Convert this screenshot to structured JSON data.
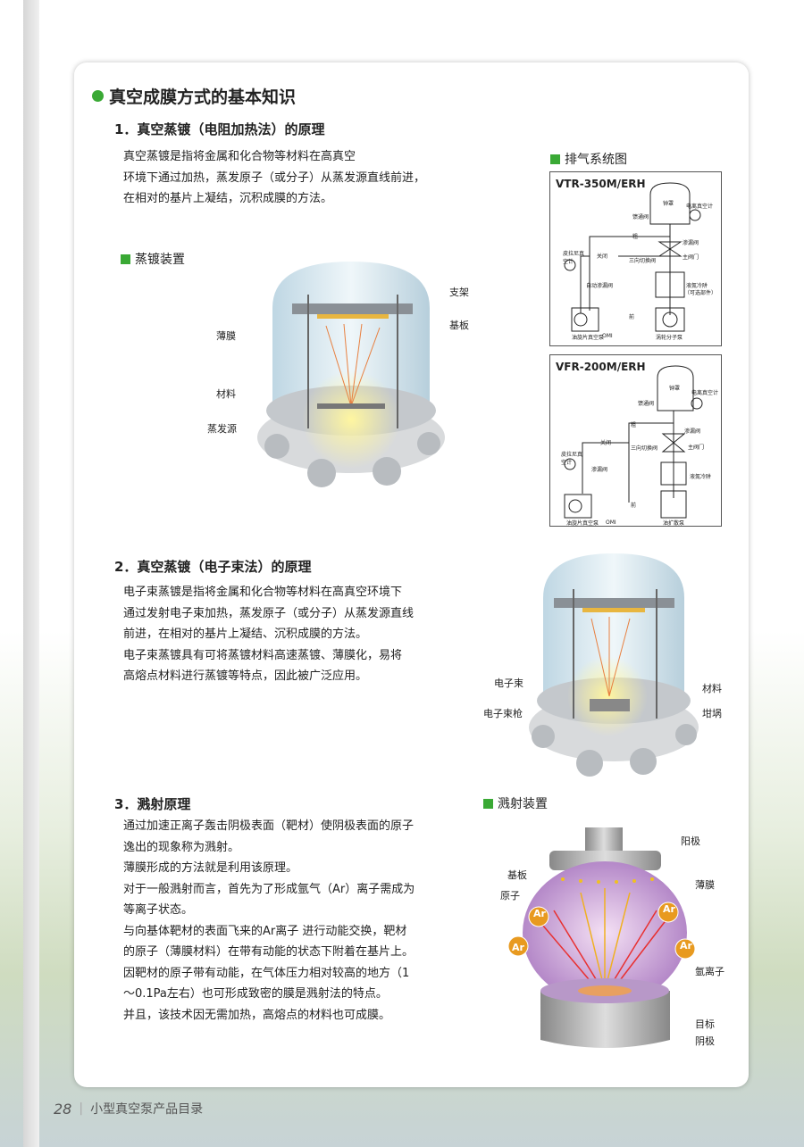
{
  "title": "真空成膜方式的基本知识",
  "s1": {
    "heading": "1．真空蒸镀（电阻加热法）的原理",
    "lines": [
      "真空蒸镀是指将金属和化合物等材料在高真空",
      "环境下通过加热，蒸发原子（或分子）从蒸发源直线前进，",
      "在相对的基片上凝结，沉积成膜的方法。"
    ],
    "device_title": "蒸镀装置",
    "labels": {
      "support": "支架",
      "substrate": "基板",
      "film": "薄膜",
      "material": "材料",
      "source": "蒸发源"
    }
  },
  "exhaust": {
    "title": "排气系统图",
    "d1": {
      "model": "VTR-350M/ERH",
      "bell": "钟罩",
      "ion_gauge": "电离真空计",
      "feed": "馈通阀",
      "rough": "粗",
      "leak": "渗漏阀",
      "close": "关闭",
      "three_way": "三向切换阀",
      "main_valve": "主阀门",
      "pirani": "皮拉尼真空计",
      "auto_leak": "自动渗漏阀",
      "trap": "液氮冷阱",
      "trap_opt": "（可选部件）",
      "rotary": "油旋片真空泵",
      "omi": "OMI",
      "fore": "前",
      "turbo": "涡轮分子泵"
    },
    "d2": {
      "model": "VFR-200M/ERH",
      "bell": "钟罩",
      "ion_gauge": "电离真空计",
      "feed": "馈通阀",
      "rough": "粗",
      "leak": "渗漏阀",
      "close": "关闭",
      "three_way": "三向切换阀",
      "main_valve": "主阀门",
      "pirani": "皮拉尼真空计",
      "leak2": "渗漏阀",
      "trap": "液氮冷阱",
      "rotary": "油旋片真空泵",
      "omi": "OMI",
      "fore": "前",
      "diffusion": "油扩散泵"
    }
  },
  "s2": {
    "heading": "2．真空蒸镀（电子束法）的原理",
    "lines": [
      "电子束蒸镀是指将金属和化合物等材料在高真空环境下",
      "通过发射电子束加热，蒸发原子（或分子）从蒸发源直线",
      "前进，在相对的基片上凝结、沉积成膜的方法。",
      "电子束蒸镀具有可将蒸镀材料高速蒸镀、薄膜化，易将",
      "高熔点材料进行蒸镀等特点，因此被广泛应用。"
    ],
    "labels": {
      "beam": "电子束",
      "gun": "电子束枪",
      "material": "材料",
      "crucible": "坩埚"
    }
  },
  "s3": {
    "heading": "3．溅射原理",
    "lines": [
      "通过加速正离子轰击阴极表面（靶材）使阴极表面的原子",
      "逸出的现象称为溅射。",
      "薄膜形成的方法就是利用该原理。",
      "对于一般溅射而言，首先为了形成氩气（Ar）离子需成为",
      "等离子状态。",
      "与向基体靶材的表面飞来的Ar离子 进行动能交换，靶材",
      "的原子（薄膜材料）在带有动能的状态下附着在基片上。",
      "因靶材的原子带有动能，在气体压力相对较高的地方（1",
      "～0.1Pa左右）也可形成致密的膜是溅射法的特点。",
      "并且，该技术因无需加热，高熔点的材料也可成膜。"
    ],
    "device_title": "溅射装置",
    "labels": {
      "anode": "阳极",
      "substrate": "基板",
      "film": "薄膜",
      "atom": "原子",
      "ar": "Ar",
      "ar_ion": "氩离子",
      "target": "目标",
      "cathode": "阴极"
    }
  },
  "footer": {
    "page": "28",
    "catalog": "小型真空泵产品目录"
  }
}
